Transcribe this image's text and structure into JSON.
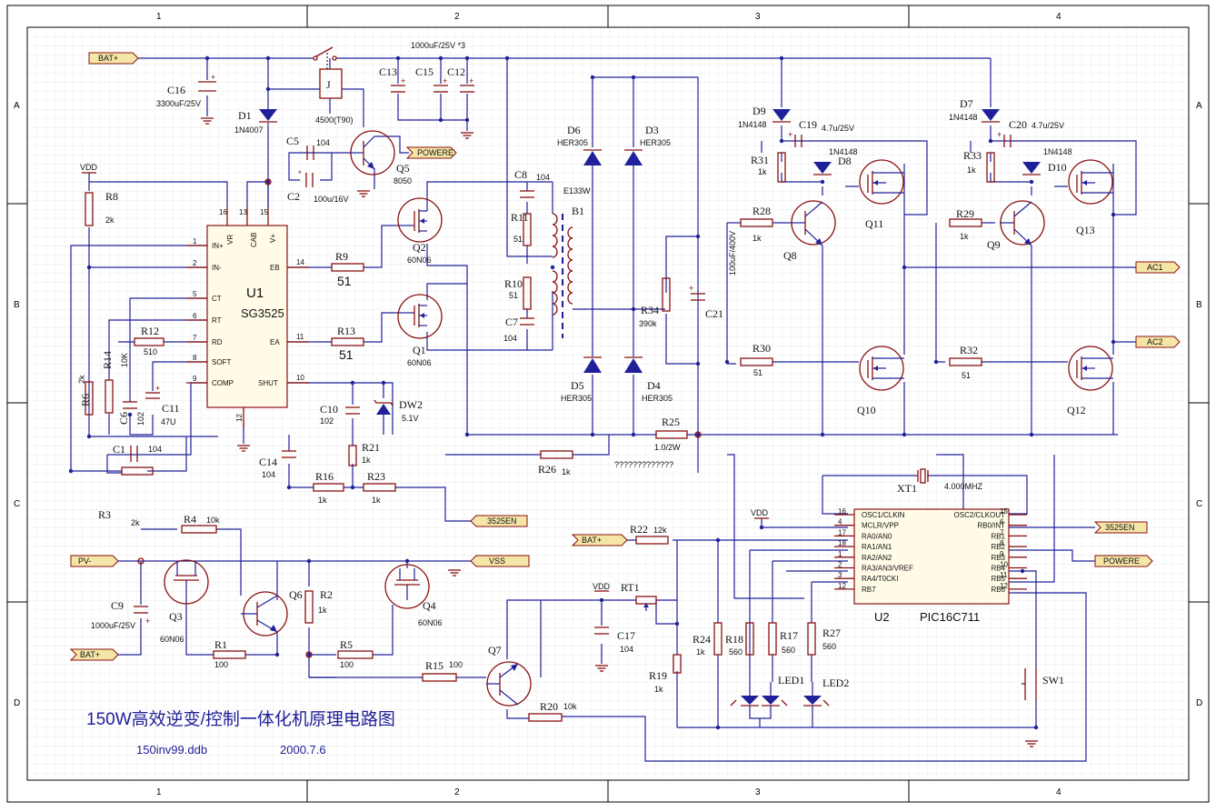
{
  "frame": {
    "col_labels": [
      "1",
      "2",
      "3",
      "4"
    ],
    "row_labels": [
      "A",
      "B",
      "C",
      "D"
    ]
  },
  "title": {
    "main": "150W高效逆变/控制一体化机原理电路图",
    "file": "150inv99.ddb",
    "date": "2000.7.6"
  },
  "ports": {
    "bat_top": "BAT+",
    "powere": "POWERE",
    "en3525": "3525EN",
    "pv": "PV-",
    "vss": "VSS",
    "bat_bottom": "BAT+",
    "bat_u2": "BAT+",
    "ac1": "AC1",
    "ac2": "AC2",
    "en3525_u2": "3525EN",
    "powere_u2": "POWERE"
  },
  "power": {
    "vdd1": "VDD",
    "vdd2": "VDD",
    "vdd3": "VDD"
  },
  "u1": {
    "ref": "U1",
    "part": "SG3525",
    "pins_left": [
      {
        "num": "1",
        "name": "IN+"
      },
      {
        "num": "2",
        "name": "IN-"
      },
      {
        "num": "5",
        "name": "CT"
      },
      {
        "num": "6",
        "name": "RT"
      },
      {
        "num": "7",
        "name": "RD"
      },
      {
        "num": "8",
        "name": "SOFT"
      },
      {
        "num": "9",
        "name": "COMP"
      }
    ],
    "pins_top": [
      {
        "num": "16",
        "name": "VR"
      },
      {
        "num": "13",
        "name": "CAB"
      },
      {
        "num": "15",
        "name": "V+"
      }
    ],
    "pins_right": [
      {
        "num": "14",
        "name": "EB"
      },
      {
        "num": "11",
        "name": "EA"
      },
      {
        "num": "10",
        "name": "SHUT"
      }
    ],
    "pin_bottom": "12"
  },
  "u2": {
    "ref": "U2",
    "part": "PIC16C711",
    "left_pins": [
      {
        "num": "16",
        "name": "OSC1/CLKIN"
      },
      {
        "num": "4",
        "name": "MCLR/VPP"
      },
      {
        "num": "17",
        "name": "RA0/AN0"
      },
      {
        "num": "18",
        "name": "RA1/AN1"
      },
      {
        "num": "1",
        "name": "RA2/AN2"
      },
      {
        "num": "2",
        "name": "RA3/AN3/VREF"
      },
      {
        "num": "3",
        "name": "RA4/T0CKI"
      },
      {
        "num": "12",
        "name": "RB7"
      }
    ],
    "right_pins": [
      {
        "num": "15",
        "name": "OSC2/CLKOUT"
      },
      {
        "num": "6",
        "name": "RB0/INT"
      },
      {
        "num": "7",
        "name": "RB1"
      },
      {
        "num": "8",
        "name": "RB2"
      },
      {
        "num": "9",
        "name": "RB3"
      },
      {
        "num": "10",
        "name": "RB4"
      },
      {
        "num": "11",
        "name": "RB5"
      },
      {
        "num": "12",
        "name": "RB6"
      }
    ]
  },
  "parts": {
    "c16": {
      "ref": "C16",
      "val": "3300uF/25V"
    },
    "d1": {
      "ref": "D1",
      "val": "1N4007"
    },
    "j": {
      "ref": "J",
      "val": "4500(T90)"
    },
    "c5": {
      "ref": "C5",
      "val": "104"
    },
    "c2": {
      "ref": "C2",
      "val": "100u/16V"
    },
    "q5": {
      "ref": "Q5",
      "val": "8050"
    },
    "c13": {
      "ref": "C13"
    },
    "c15": {
      "ref": "C15"
    },
    "c12": {
      "ref": "C12"
    },
    "cap_bank": "1000uF/25V *3",
    "r8": {
      "ref": "R8",
      "val": "2k"
    },
    "r9": {
      "ref": "R9",
      "val": "51"
    },
    "r13": {
      "ref": "R13",
      "val": "51"
    },
    "q2": {
      "ref": "Q2",
      "val": "60N06"
    },
    "q1": {
      "ref": "Q1",
      "val": "60N06"
    },
    "r12": {
      "ref": "R12",
      "val": "510"
    },
    "r14": {
      "ref": "R14",
      "val": "10K"
    },
    "r6": {
      "ref": "R6",
      "val": "2k"
    },
    "c6": {
      "ref": "C6",
      "val": "102"
    },
    "c11": {
      "ref": "C11",
      "val": "47U"
    },
    "c1": {
      "ref": "C1",
      "val": "104"
    },
    "c14": {
      "ref": "C14",
      "val": "104"
    },
    "c10": {
      "ref": "C10",
      "val": "102"
    },
    "dw2": {
      "ref": "DW2",
      "val": "5.1V"
    },
    "r21": {
      "ref": "R21",
      "val": "1k"
    },
    "r16": {
      "ref": "R16",
      "val": "1k"
    },
    "r23": {
      "ref": "R23",
      "val": "1k"
    },
    "c8": {
      "ref": "C8",
      "val": "104"
    },
    "r11": {
      "ref": "R11",
      "val": "51"
    },
    "r10": {
      "ref": "R10",
      "val": "51"
    },
    "c7": {
      "ref": "C7",
      "val": "104"
    },
    "b1": {
      "ref": "B1",
      "val": "E133W"
    },
    "d6": {
      "ref": "D6",
      "val": "HER305"
    },
    "d3": {
      "ref": "D3",
      "val": "HER305"
    },
    "d5": {
      "ref": "D5",
      "val": "HER305"
    },
    "d4": {
      "ref": "D4",
      "val": "HER305"
    },
    "r34": {
      "ref": "R34",
      "val": "390k"
    },
    "c21": {
      "ref": "C21",
      "val": "100uF/400V"
    },
    "r25": {
      "ref": "R25",
      "val": "1.0/2W"
    },
    "r26": {
      "ref": "R26",
      "val": "1k"
    },
    "qmarks": "?????????????",
    "d9": {
      "ref": "D9",
      "val": "1N4148"
    },
    "c19": {
      "ref": "C19",
      "val": "4.7u/25V"
    },
    "r31": {
      "ref": "R31",
      "val": "1k"
    },
    "d8": {
      "ref": "D8",
      "val": "1N4148"
    },
    "q11": {
      "ref": "Q11"
    },
    "r28": {
      "ref": "R28",
      "val": "1k"
    },
    "q8": {
      "ref": "Q8"
    },
    "r30": {
      "ref": "R30",
      "val": "51"
    },
    "q10": {
      "ref": "Q10"
    },
    "d7": {
      "ref": "D7",
      "val": "1N4148"
    },
    "c20": {
      "ref": "C20",
      "val": "4.7u/25V"
    },
    "r33": {
      "ref": "R33",
      "val": "1k"
    },
    "d10": {
      "ref": "D10",
      "val": "1N4148"
    },
    "q13": {
      "ref": "Q13"
    },
    "r29": {
      "ref": "R29",
      "val": "1k"
    },
    "q9": {
      "ref": "Q9"
    },
    "r32": {
      "ref": "R32",
      "val": "51"
    },
    "q12": {
      "ref": "Q12"
    },
    "xt1": {
      "ref": "XT1",
      "val": "4.000MHZ"
    },
    "r3": {
      "ref": "R3",
      "val": "2k"
    },
    "r4": {
      "ref": "R4",
      "val": "10k"
    },
    "c9": {
      "ref": "C9",
      "val": "1000uF/25V"
    },
    "q3": {
      "ref": "Q3",
      "val": "60N06"
    },
    "q6": {
      "ref": "Q6"
    },
    "r2": {
      "ref": "R2",
      "val": "1k"
    },
    "q4": {
      "ref": "Q4",
      "val": "60N06"
    },
    "r1": {
      "ref": "R1",
      "val": "100"
    },
    "r5": {
      "ref": "R5",
      "val": "100"
    },
    "r15": {
      "ref": "R15",
      "val": "100"
    },
    "q7": {
      "ref": "Q7"
    },
    "r20": {
      "ref": "R20",
      "val": "10k"
    },
    "r22": {
      "ref": "R22",
      "val": "12k"
    },
    "rt1": {
      "ref": "RT1"
    },
    "c17": {
      "ref": "C17",
      "val": "104"
    },
    "r19": {
      "ref": "R19",
      "val": "1k"
    },
    "r24": {
      "ref": "R24",
      "val": "1k"
    },
    "r18": {
      "ref": "R18",
      "val": "560"
    },
    "r17": {
      "ref": "R17",
      "val": "560"
    },
    "r27": {
      "ref": "R27",
      "val": "560"
    },
    "led1": {
      "ref": "LED1"
    },
    "led2": {
      "ref": "LED2"
    },
    "sw1": {
      "ref": "SW1"
    }
  },
  "colors": {
    "wire": "#20209a",
    "component": "#8a1010",
    "text": "#111111",
    "grid": "#e4e4e4",
    "port_fill": "#f5e6a8"
  }
}
